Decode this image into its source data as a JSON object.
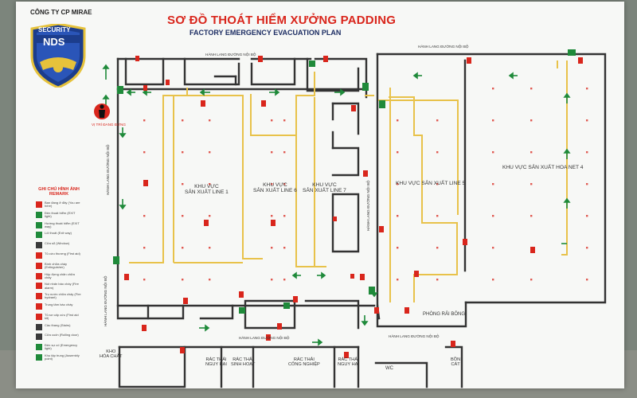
{
  "header": {
    "company": "CÔNG TY CP MIRAE",
    "title_vn": "SƠ ĐỒ THOÁT HIỂM XƯỞNG PADDING",
    "title_en": "FACTORY EMERGENCY EVACUATION PLAN"
  },
  "logo": {
    "top_text": "SECURITY",
    "brand": "NDS"
  },
  "you_are_here": "VỊ TRÍ ĐANG ĐỨNG",
  "zones": {
    "line1": "KHU VỰC\nSẢN XUẤT LINE 1",
    "line6": "KHU VỰC\nSẢN XUẤT LINE 6",
    "line7": "KHU VỰC\nSẢN XUẤT LINE 7",
    "line5": "KHU VỰC SẢN XUẤT LINE 5",
    "hoanet4": "KHU VỰC SẢN XUẤT HOA NET 4",
    "phong_rai_bong": "PHÒNG RẢI BÔNG",
    "kho_hoa_chat": "KHO\nHÓA CHẤT",
    "rac_thai_nguy_hai": "RÁC THẢI\nNGUY HẠI",
    "rac_thai_sinh_hoat": "RÁC THẢI\nSINH HOẠT",
    "rac_thai_cong_nghiep": "RÁC THẢI\nCÔNG NGHIỆP",
    "rac_thai_nguy_hai2": "RÁC THẢI\nNGUY HẠI",
    "wc": "WC",
    "bon_cat": "BỒN\nCÁT"
  },
  "corridors": {
    "top1": "HÀNH LANG ĐƯỜNG NỘI BỘ",
    "top2": "HÀNH LANG ĐƯỜNG NỘI BỘ",
    "left": "HÀNH LANG ĐƯỜNG NỘI BỘ",
    "left2": "HÀNH LANG ĐƯỜNG NỘI BỘ",
    "bottom1": "HÀNH LANG ĐƯỜNG NỘI BỘ",
    "bottom2": "HÀNH LANG ĐƯỜNG NỘI BỘ",
    "mid": "HÀNH LANG ĐƯỜNG NỘI BỘ"
  },
  "legend": {
    "title": "GHI CHÚ HÌNH ẢNH\nREMARK",
    "items": [
      "Bạn đang ở đây (You are here)",
      "Đèn thoát hiểm (EXIT light)",
      "Hướng thoát hiểm (EXIT way)",
      "Lối thoát (Exit way)",
      "Cửa sổ (Window)",
      "Tủ cứu thương (First aid)",
      "Bình chữa cháy (Extinguisher)",
      "Hộp đựng chăn chữa cháy",
      "Nút nhấn báo cháy (Fire alarm)",
      "Trụ nước chữa cháy (Fire hydrant)",
      "Trung tâm báo cháy",
      "Tủ sơ cấp cứu (First aid kit)",
      "Cầu thang (Stairs)",
      "Cửa cuốn (Rolling door)",
      "Đèn sự cố (Emergency light)",
      "Khu tập trung (Assembly point)"
    ]
  },
  "colors": {
    "exit_green": "#1f8a3a",
    "fire_red": "#d9261c",
    "route_yellow": "#e8c24a",
    "wall": "#3a3a3a"
  }
}
